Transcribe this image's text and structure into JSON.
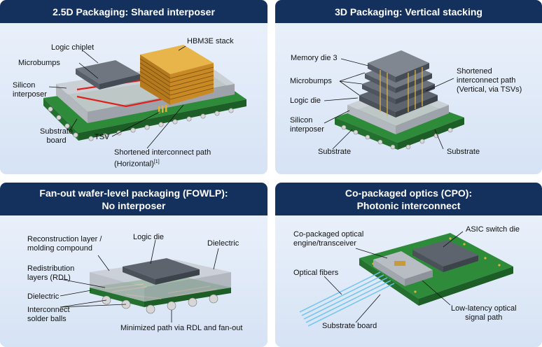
{
  "panels": {
    "p1": {
      "title": "2.5D Packaging: Shared interposer",
      "labels": {
        "logic": "Logic chiplet",
        "hbm": "HBM3E stack",
        "microbumps": "Microbumps",
        "interposer_1": "Silicon",
        "interposer_2": "interposer",
        "substrate_1": "Substrate",
        "substrate_2": "board",
        "tsv": "TSV",
        "path_1": "Shortened interconnect path",
        "path_2": "(Horizontal)",
        "path_sup": "[1]"
      }
    },
    "p2": {
      "title": "3D Packaging: Vertical stacking",
      "labels": {
        "memory": "Memory die 3",
        "microbumps": "Microbumps",
        "logic": "Logic die",
        "interposer_1": "Silicon",
        "interposer_2": "interposer",
        "path_1": "Shortened",
        "path_2": "interconnect path",
        "path_3": "(Vertical, via TSVs)",
        "substrate_left": "Substrate",
        "substrate_right": "Substrate"
      }
    },
    "p3": {
      "title_1": "Fan-out wafer-level packaging (FOWLP):",
      "title_2": "No interposer",
      "labels": {
        "recon_1": "Reconstruction layer /",
        "recon_2": "molding compound",
        "logic": "Logic die",
        "dielectric_top": "Dielectric",
        "rdl_1": "Redistribution",
        "rdl_2": "layers (RDL)",
        "dielectric": "Dielectric",
        "solder_1": "Interconnect",
        "solder_2": "solder balls",
        "path": "Minimized path via RDL and fan-out"
      }
    },
    "p4": {
      "title_1": "Co-packaged optics (CPO):",
      "title_2": "Photonic interconnect",
      "labels": {
        "engine_1": "Co-packaged optical",
        "engine_2": "engine/transceiver",
        "asic": "ASIC switch die",
        "fibers": "Optical fibers",
        "signal_1": "Low-latency optical",
        "signal_2": "signal path",
        "substrate": "Substrate board"
      }
    }
  }
}
